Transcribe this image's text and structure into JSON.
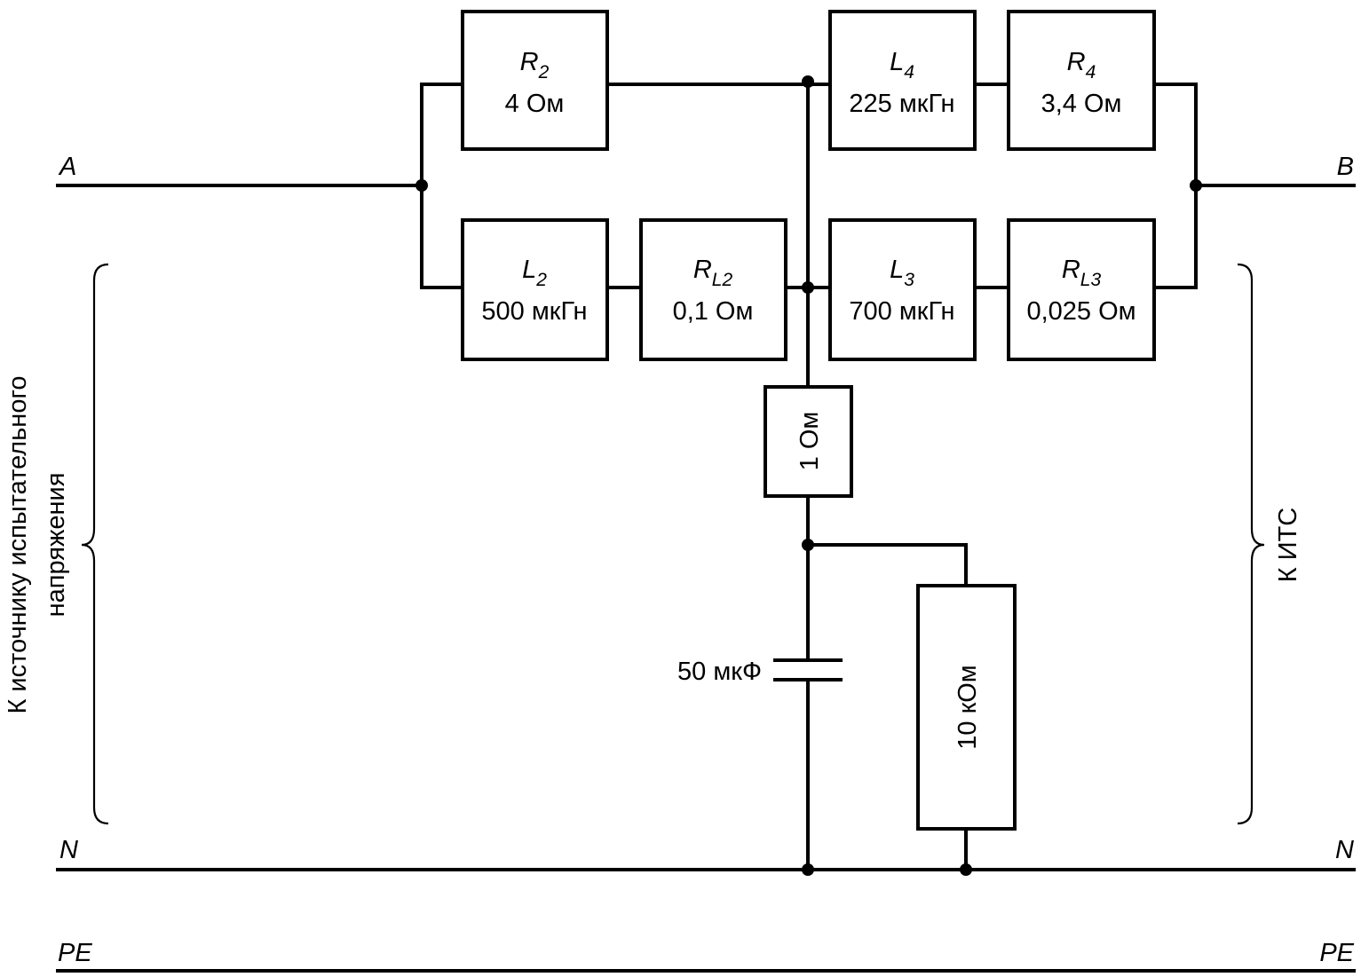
{
  "terminals": {
    "a_left": "A",
    "b_right": "B",
    "n_left": "N",
    "n_right": "N",
    "pe_left": "PE",
    "pe_right": "PE"
  },
  "components": {
    "r2": {
      "symbol": "R",
      "subscript": "2",
      "value": "4 Ом"
    },
    "l4": {
      "symbol": "L",
      "subscript": "4",
      "value": "225 мкГн"
    },
    "r4": {
      "symbol": "R",
      "subscript": "4",
      "value": "3,4 Ом"
    },
    "l2": {
      "symbol": "L",
      "subscript": "2",
      "value": "500 мкГн"
    },
    "rl2": {
      "symbol": "R",
      "subscript": "L2",
      "value": "0,1 Ом"
    },
    "l3": {
      "symbol": "L",
      "subscript": "3",
      "value": "700 мкГн"
    },
    "rl3": {
      "symbol": "R",
      "subscript": "L3",
      "value": "0,025 Ом"
    },
    "r_1ohm": {
      "value": "1 Ом"
    },
    "capacitor": {
      "value": "50 мкФ"
    },
    "r_10kohm": {
      "value": "10 кОм"
    }
  },
  "side_labels": {
    "left_line1": "К источнику испытательного",
    "left_line2": "напряжения",
    "right": "К ИТС"
  }
}
